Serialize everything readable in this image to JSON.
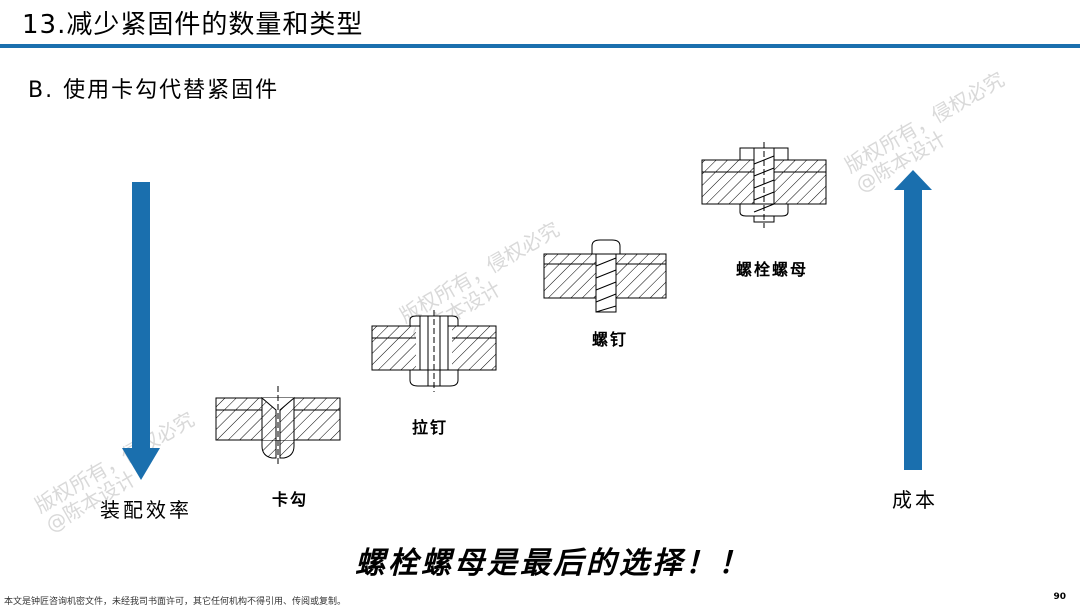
{
  "header": {
    "title": "13.减少紧固件的数量和类型",
    "accent": "#1a6fae"
  },
  "section": {
    "subtitle": "B. 使用卡勾代替紧固件"
  },
  "axis_labels": {
    "left": "装配效率",
    "right": "成本"
  },
  "fasteners": [
    {
      "label": "卡勾",
      "icon": "snap-hook-icon"
    },
    {
      "label": "拉钉",
      "icon": "rivet-icon"
    },
    {
      "label": "螺钉",
      "icon": "screw-icon"
    },
    {
      "label": "螺栓螺母",
      "icon": "bolt-nut-icon"
    }
  ],
  "conclusion": "螺栓螺母是最后的选择！！",
  "watermarks": [
    "版权所有，侵权必究",
    "@陈本设计"
  ],
  "footer": {
    "notice": "本文是钟匠咨询机密文件，未经我司书面许可，其它任何机构不得引用、传阅或复制。",
    "page": "90"
  }
}
